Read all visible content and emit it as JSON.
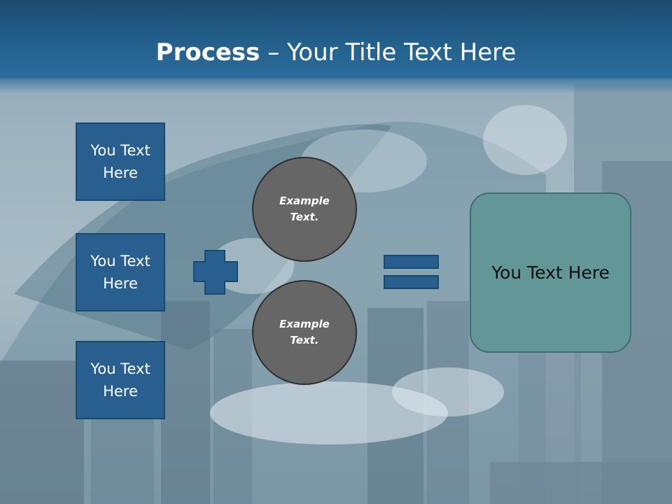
{
  "title": {
    "bold": "Process",
    "dash": " – ",
    "rest": "Your Title Text Here"
  },
  "left_boxes": [
    {
      "line1": "You Text",
      "line2": "Here"
    },
    {
      "line1": "You Text",
      "line2": "Here"
    },
    {
      "line1": "You Text",
      "line2": "Here"
    }
  ],
  "circles": [
    {
      "line1": "Example",
      "line2": "Text."
    },
    {
      "line1": "Example",
      "line2": "Text."
    }
  ],
  "result": {
    "text": "You Text Here"
  },
  "icons": {
    "plus": "plus-icon",
    "equals": "equals-icon"
  },
  "colors": {
    "title_bar": "#24608c",
    "box_fill": "#285f8e",
    "circle_fill": "#666666",
    "result_fill": "#639696"
  }
}
